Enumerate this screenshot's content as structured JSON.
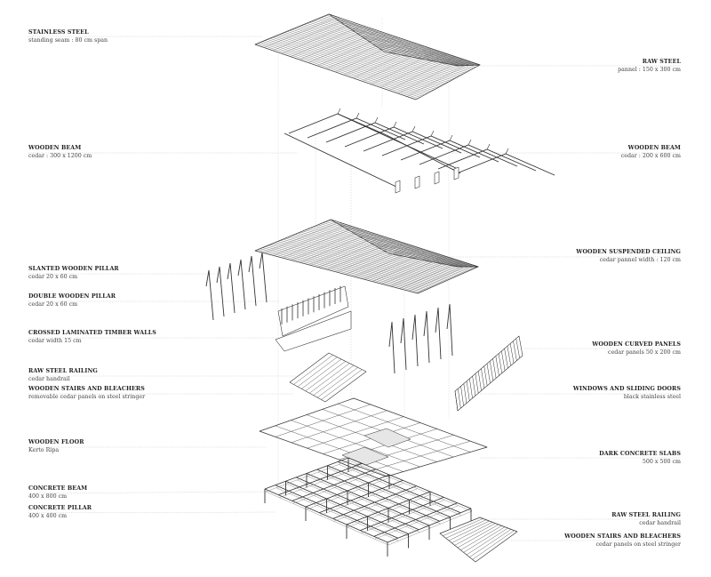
{
  "labels_left": [
    {
      "id": "stainless-steel",
      "title": "STAINLESS STEEL",
      "sub": "standing seam : 80 cm span"
    },
    {
      "id": "wooden-beam-left",
      "title": "WOODEN BEAM",
      "sub": "cedar : 300 x 1200 cm"
    },
    {
      "id": "slanted-wooden-pillar",
      "title": "SLANTED WOODEN PILLAR",
      "sub": "cedar 20 x 60 cm"
    },
    {
      "id": "double-wooden-pillar",
      "title": "DOUBLE WOODEN PILLAR",
      "sub": "cedar 20 x 60 cm"
    },
    {
      "id": "clt-walls",
      "title": "CROSSED LAMINATED TIMBER WALLS",
      "sub": "cedar width 15 cm"
    },
    {
      "id": "raw-steel-railing-left",
      "title": "RAW STEEL RAILING",
      "sub": "cedar handrail"
    },
    {
      "id": "stairs-bleachers-left",
      "title": "WOODEN STAIRS AND BLEACHERS",
      "sub": "removable cedar panels on steel stringer"
    },
    {
      "id": "wooden-floor",
      "title": "WOODEN FLOOR",
      "sub": "Kerto Ripa"
    },
    {
      "id": "concrete-beam",
      "title": "CONCRETE BEAM",
      "sub": "400 x 800 cm"
    },
    {
      "id": "concrete-pillar",
      "title": "CONCRETE PILLAR",
      "sub": "400 x 400 cm"
    }
  ],
  "labels_right": [
    {
      "id": "raw-steel",
      "title": "RAW STEEL",
      "sub": "pannel : 150 x 300 cm"
    },
    {
      "id": "wooden-beam-right",
      "title": "WOODEN BEAM",
      "sub": "cedar : 200 x 600 cm"
    },
    {
      "id": "suspended-ceiling",
      "title": "WOODEN SUSPENDED CEILING",
      "sub": "cedar pannel width : 120 cm"
    },
    {
      "id": "curved-panels",
      "title": "WOODEN CURVED PANELS",
      "sub": "cedar panels 50 x 200 cm"
    },
    {
      "id": "windows-doors",
      "title": "WINDOWS AND SLIDING DOORS",
      "sub": "black stainless steel"
    },
    {
      "id": "dark-concrete-slabs",
      "title": "DARK CONCRETE SLABS",
      "sub": "500 x 500 cm"
    },
    {
      "id": "raw-steel-railing-right",
      "title": "RAW STEEL RAILING",
      "sub": "cedar handrail"
    },
    {
      "id": "stairs-bleachers-right",
      "title": "WOODEN STAIRS AND BLEACHERS",
      "sub": "cedar panels on steel stringer"
    }
  ]
}
